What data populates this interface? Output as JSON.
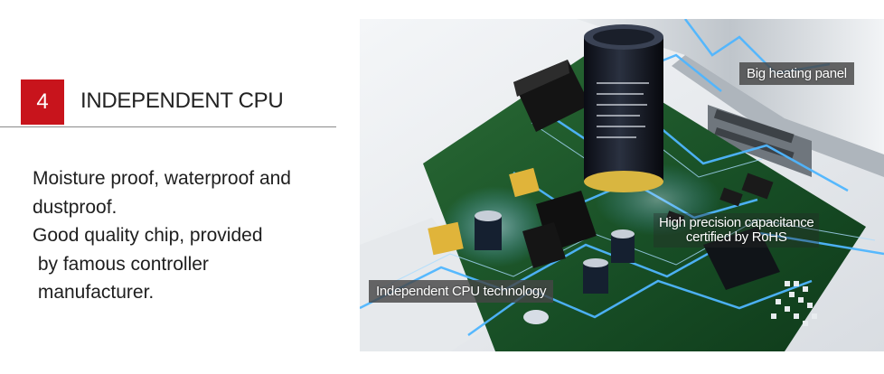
{
  "feature": {
    "number": "4",
    "title": "INDEPENDENT CPU",
    "description_lines": [
      "Moisture proof, waterproof and",
      "dustproof.",
      "Good quality chip, provided",
      " by famous controller",
      " manufacturer."
    ]
  },
  "callouts": {
    "heating_panel": "Big heating panel",
    "capacitance_line1": "High precision capacitance",
    "capacitance_line2": "certified by RoHS",
    "cpu": "Independent CPU technology"
  },
  "colors": {
    "accent": "#c8141c",
    "pcb_green": "#1d5a2c",
    "circuit_glow": "#4fb6ff"
  }
}
